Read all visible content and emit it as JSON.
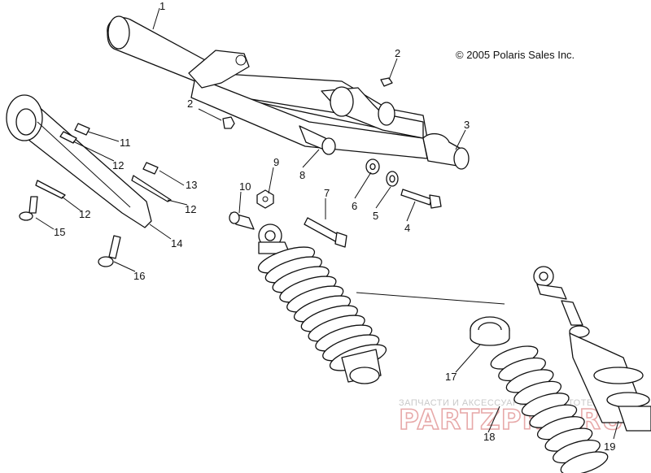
{
  "copyright": "© 2005 Polaris Sales Inc.",
  "watermark": {
    "line1": "ЗАПЧАСТИ И АКСЕССУАРЫ ДЛЯ МОТОТЕХ",
    "line2": "PARTZPRO.RU"
  },
  "callouts": {
    "c1": "1",
    "c2a": "2",
    "c2b": "2",
    "c3": "3",
    "c4": "4",
    "c5": "5",
    "c6": "6",
    "c7": "7",
    "c8": "8",
    "c9": "9",
    "c10": "10",
    "c11": "11",
    "c12a": "12",
    "c12b": "12",
    "c12c": "12",
    "c13": "13",
    "c14": "14",
    "c15": "15",
    "c16": "16",
    "c17": "17",
    "c18": "18",
    "c19": "19"
  }
}
